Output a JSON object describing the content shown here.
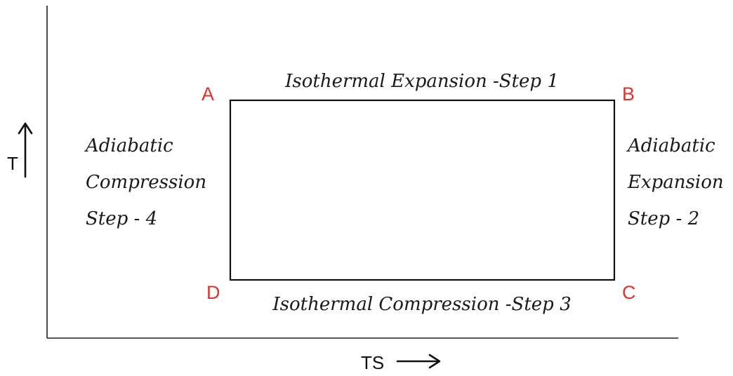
{
  "colors": {
    "corner_label": "#e0332b",
    "line": "#111111"
  },
  "axes": {
    "x_label": "TS",
    "y_label": "T",
    "x_arrow_icon": "right-arrow-icon",
    "y_arrow_icon": "up-arrow-icon"
  },
  "corners": {
    "a": "A",
    "b": "B",
    "c": "C",
    "d": "D"
  },
  "steps": {
    "step1": "Isothermal Expansion -Step 1",
    "step2": [
      "Adiabatic",
      "Expansion",
      "Step - 2"
    ],
    "step3": "Isothermal Compression -Step 3",
    "step4": [
      "Adiabatic",
      "Compression",
      "Step - 4"
    ]
  }
}
